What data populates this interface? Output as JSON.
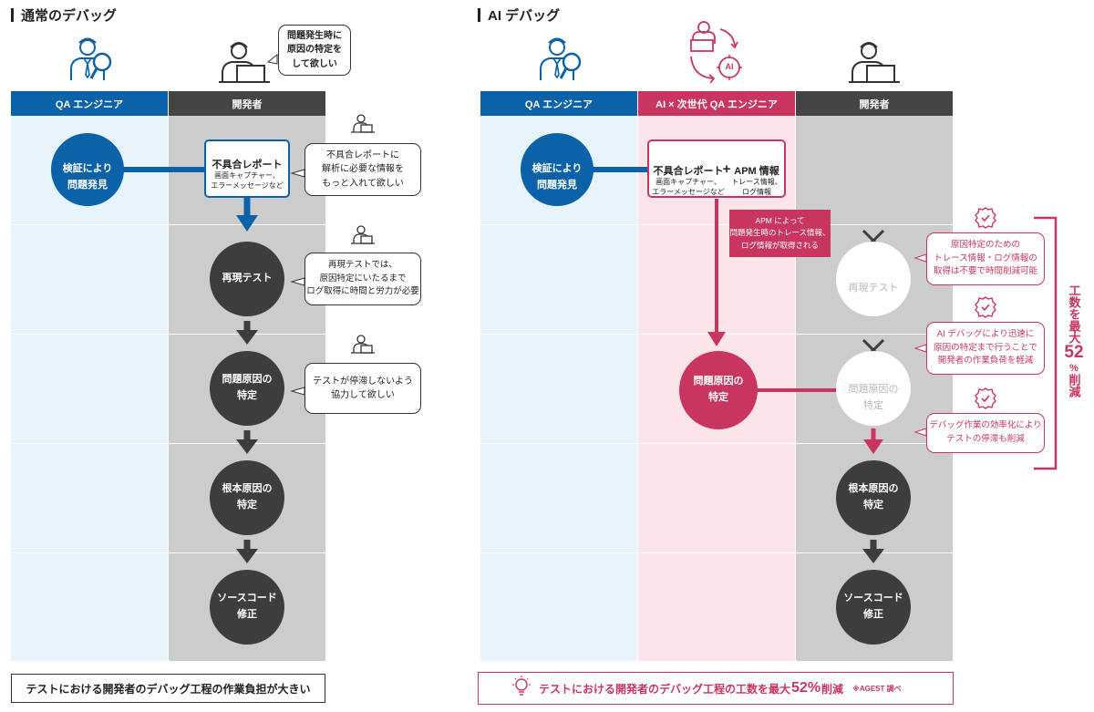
{
  "left": {
    "title": "通常のデバッグ",
    "qa_header": "QA エンジニア",
    "dev_header": "開発者",
    "speech_top": [
      "問題発生時に",
      "原因の特定を",
      "して欲しい"
    ],
    "start_node": [
      "検証により",
      "問題発見"
    ],
    "report_title": "不具合レポート",
    "report_sub": [
      "画面キャプチャー、",
      "エラーメッセージなど"
    ],
    "bubble1": [
      "不具合レポートに",
      "解析に必要な情報を",
      "もっと入れて欲しい"
    ],
    "bubble2": [
      "再現テストでは、",
      "原因特定にいたるまで",
      "ログ取得に時間と労力が必要"
    ],
    "bubble3": [
      "テストが停滞しないよう",
      "協力して欲しい"
    ],
    "step1": "再現テスト",
    "step2": [
      "問題原因の",
      "特定"
    ],
    "step3": [
      "根本原因の",
      "特定"
    ],
    "step4": [
      "ソースコード",
      "修正"
    ],
    "footer": "テストにおける開発者のデバッグ工程の作業負担が大きい"
  },
  "right": {
    "title": "AI デバッグ",
    "qa_header": "QA エンジニア",
    "ai_header": "AI × 次世代 QA エンジニア",
    "dev_header": "開発者",
    "ai_badge": "AI",
    "start_node": [
      "検証により",
      "問題発見"
    ],
    "report_title": "不具合レポート",
    "report_sub": [
      "画面キャプチャー、",
      "エラーメッセージなど"
    ],
    "plus": "+",
    "apm_title": "APM 情報",
    "apm_sub": [
      "トレース情報、",
      "ログ情報"
    ],
    "apm_note": [
      "APM によって",
      "問題発生時のトレース情報、",
      "ログ情報が取得される"
    ],
    "ghost1": "再現テスト",
    "ghost2": [
      "問題原因の",
      "特定"
    ],
    "ai_node": [
      "問題原因の",
      "特定"
    ],
    "step3": [
      "根本原因の",
      "特定"
    ],
    "step4": [
      "ソースコード",
      "修正"
    ],
    "benefit1": [
      "原因特定のための",
      "トレース情報・ログ情報の",
      "取得は不要で時間削減可能"
    ],
    "benefit2": [
      "AI デバッグにより迅速に",
      "原因の特定まで行うことで",
      "開発者の作業負荷を軽減"
    ],
    "benefit3": [
      "デバッグ作業の効率化により",
      "テストの停滞も削減"
    ],
    "reduction_top": "工数を最大",
    "reduction_num": "52",
    "reduction_unit": "%",
    "reduction_bottom": "削減",
    "footer_main": "テストにおける開発者のデバッグ工程の工数を最大",
    "footer_num": "52%",
    "footer_tail": "削減",
    "footer_note": "※AGEST 調べ"
  },
  "colors": {
    "blue": "#0b62a8",
    "pink": "#c8365f",
    "dark": "#3d3d3d",
    "qa_bg": "#e8f4fc",
    "dev_bg": "#cccccc",
    "ai_bg": "#fbe4ea"
  }
}
